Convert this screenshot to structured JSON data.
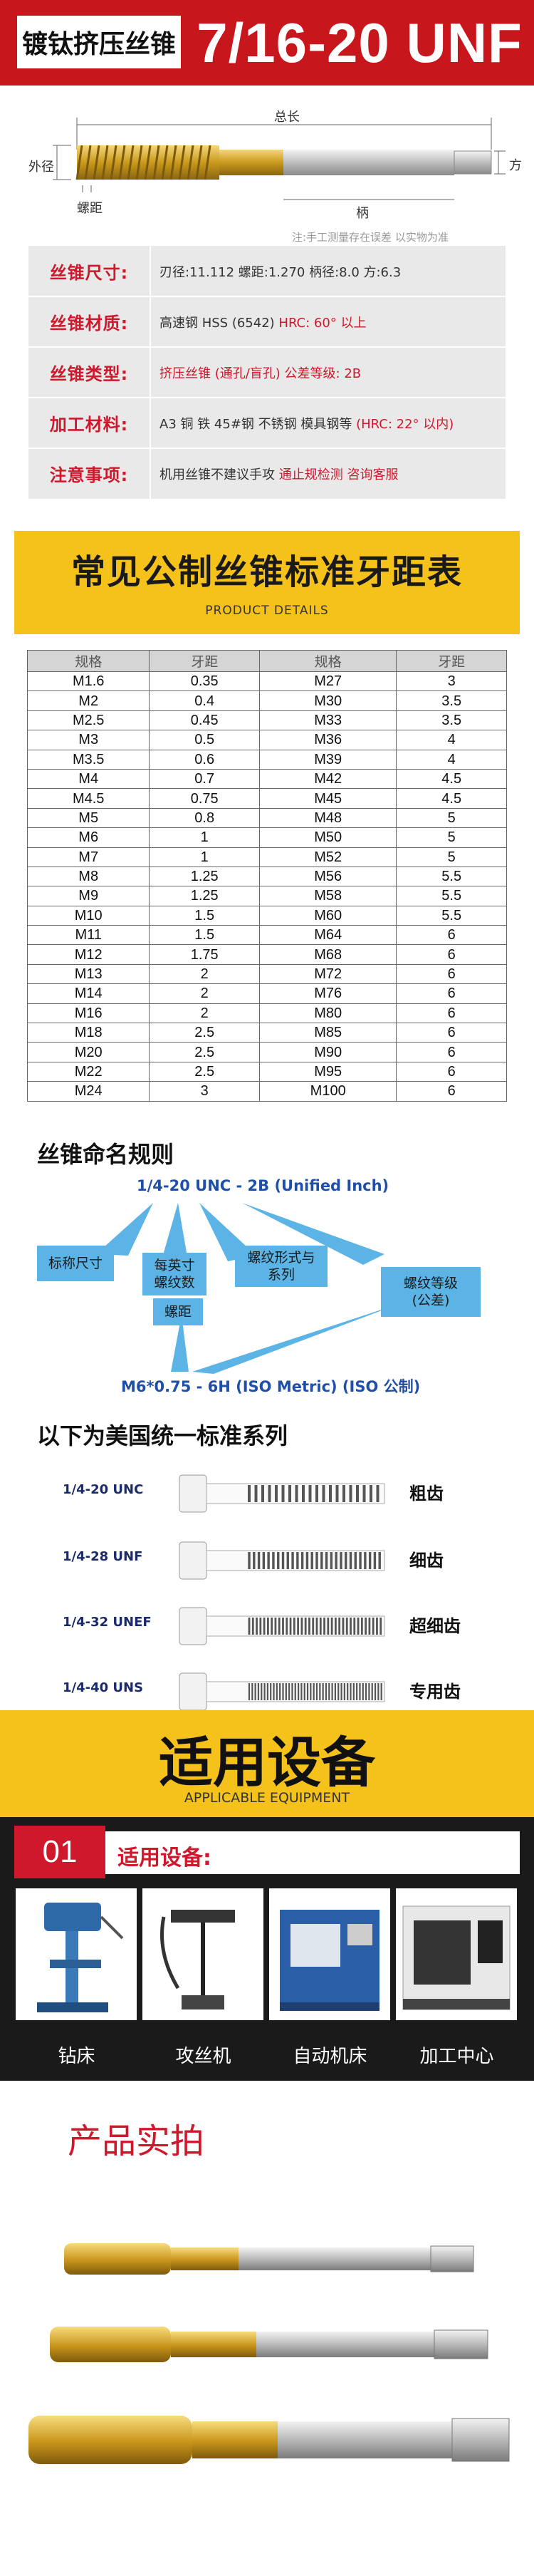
{
  "header": {
    "tag": "镀钛挤压丝锥",
    "size": "7/16-20 UNF"
  },
  "diagram": {
    "total_length": "总长",
    "outer_dia": "外径",
    "square": "方",
    "pitch": "螺距",
    "shank": "柄",
    "note": "注:手工测量存在误差 以实物为准"
  },
  "spec": {
    "rows": [
      {
        "label": "丝锥尺寸:",
        "value": "刃径:11.112  螺距:1.270  柄径:8.0  方:6.3",
        "red": ""
      },
      {
        "label": "丝锥材质:",
        "value": "高速钢  HSS (6542) ",
        "red": "HRC: 60° 以上"
      },
      {
        "label": "丝锥类型:",
        "value": "",
        "red": "挤压丝锥 (通孔/盲孔) 公差等级: 2B"
      },
      {
        "label": "加工材料:",
        "value": "A3 铜 铁 45#钢 不锈钢 模具钢等 ",
        "red": "(HRC: 22° 以内)"
      },
      {
        "label": "注意事项:",
        "value": "机用丝锥不建议手攻 ",
        "red": "通止规检测 咨询客服"
      }
    ]
  },
  "pitch_section": {
    "title": "常见公制丝锥标准牙距表",
    "subtitle": "PRODUCT DETAILS"
  },
  "pitch_table": {
    "headers": [
      "规格",
      "牙距",
      "规格",
      "牙距"
    ],
    "rows": [
      [
        "M1.6",
        "0.35",
        "M27",
        "3"
      ],
      [
        "M2",
        "0.4",
        "M30",
        "3.5"
      ],
      [
        "M2.5",
        "0.45",
        "M33",
        "3.5"
      ],
      [
        "M3",
        "0.5",
        "M36",
        "4"
      ],
      [
        "M3.5",
        "0.6",
        "M39",
        "4"
      ],
      [
        "M4",
        "0.7",
        "M42",
        "4.5"
      ],
      [
        "M4.5",
        "0.75",
        "M45",
        "4.5"
      ],
      [
        "M5",
        "0.8",
        "M48",
        "5"
      ],
      [
        "M6",
        "1",
        "M50",
        "5"
      ],
      [
        "M7",
        "1",
        "M52",
        "5"
      ],
      [
        "M8",
        "1.25",
        "M56",
        "5.5"
      ],
      [
        "M9",
        "1.25",
        "M58",
        "5.5"
      ],
      [
        "M10",
        "1.5",
        "M60",
        "5.5"
      ],
      [
        "M11",
        "1.5",
        "M64",
        "6"
      ],
      [
        "M12",
        "1.75",
        "M68",
        "6"
      ],
      [
        "M13",
        "2",
        "M72",
        "6"
      ],
      [
        "M14",
        "2",
        "M76",
        "6"
      ],
      [
        "M16",
        "2",
        "M80",
        "6"
      ],
      [
        "M18",
        "2.5",
        "M85",
        "6"
      ],
      [
        "M20",
        "2.5",
        "M90",
        "6"
      ],
      [
        "M22",
        "2.5",
        "M95",
        "6"
      ],
      [
        "M24",
        "3",
        "M100",
        "6"
      ]
    ]
  },
  "naming": {
    "title": "丝锥命名规则",
    "unc_example": "1/4-20 UNC - 2B (Unified Inch)",
    "b1": "标称尺寸",
    "b2": "每英寸\n螺纹数",
    "b3": "螺纹形式与\n系列",
    "b4": "螺纹等级\n(公差)",
    "b5": "螺距",
    "metric_example": "M6*0.75 - 6H  (ISO Metric)   (ISO 公制)"
  },
  "series": {
    "title": "以下为美国统一标准系列",
    "items": [
      {
        "label": "1/4-20 UNC",
        "kind": "粗齿"
      },
      {
        "label": "1/4-28 UNF",
        "kind": "细齿"
      },
      {
        "label": "1/4-32 UNEF",
        "kind": "超细齿"
      },
      {
        "label": "1/4-40 UNS",
        "kind": "专用齿"
      }
    ]
  },
  "equipment": {
    "title": "适用设备",
    "subtitle": "APPLICABLE EQUIPMENT",
    "badge": "01",
    "heading": "适用设备:",
    "items": [
      "钻床",
      "攻丝机",
      "自动机床",
      "加工中心"
    ]
  },
  "product": {
    "title": "产品实拍"
  }
}
